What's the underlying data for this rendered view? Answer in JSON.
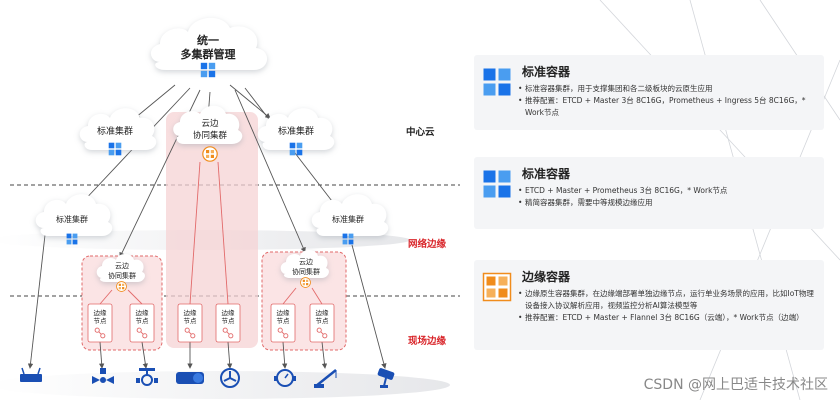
{
  "center_cloud": {
    "line1": "统一",
    "line2": "多集群管理"
  },
  "clouds": {
    "std_left": "标准集群",
    "std_right": "标准集群",
    "edge_collab_line1": "云边",
    "edge_collab_line2": "协同集群",
    "net_left": "标准集群",
    "net_right": "标准集群",
    "small_left_line1": "云边",
    "small_left_line2": "协同集群",
    "small_right_line1": "云边",
    "small_right_line2": "协同集群"
  },
  "zones": {
    "center": "中心云",
    "network": "网络边缘",
    "field": "现场边缘"
  },
  "edge_node": {
    "line1": "边缘",
    "line2": "节点"
  },
  "panels": [
    {
      "title": "标准容器",
      "items": [
        "标准容器集群，用于支撑集团和各二级板块的云原生应用",
        "推荐配置：ETCD + Master 3台 8C16G，Prometheus + Ingress 5台 8C16G，* Work节点"
      ]
    },
    {
      "title": "标准容器",
      "items": [
        "ETCD + Master + Prometheus 3台 8C16G，* Work节点",
        "精简容器集群，需要中等规模边缘应用"
      ]
    },
    {
      "title": "边缘容器",
      "items": [
        "边缘原生容器集群，在边缘端部署单独边缘节点，运行单业务场景的应用，比如IoT物理设备接入协议解析应用，视频监控分析AI算法模型等",
        "推荐配置：ETCD + Master + Flannel 3台 8C16G（云端），* Work节点（边端）"
      ]
    }
  ],
  "devices": [
    "router-icon",
    "valve-icon",
    "valve-icon",
    "pump-icon",
    "fan-icon",
    "meter-icon",
    "crane-icon",
    "camera-icon"
  ],
  "watermark": "CSDN @网上巴适卡技术社区",
  "colors": {
    "blue": "#1a73e8",
    "orange": "#f08c1c",
    "red_label": "#d9262b",
    "pink_zone": "#f6d3d4",
    "dash": "#e26a6a"
  }
}
